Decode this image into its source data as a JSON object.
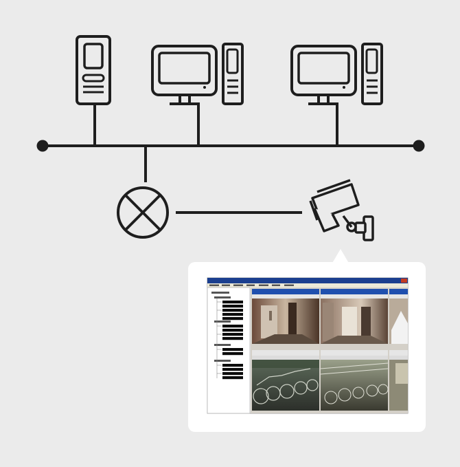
{
  "diagram": {
    "nodes": [
      {
        "id": "server",
        "icon": "tower-server-icon"
      },
      {
        "id": "pc-1",
        "icon": "desktop-computer-icon"
      },
      {
        "id": "pc-2",
        "icon": "desktop-computer-icon"
      },
      {
        "id": "hub",
        "icon": "crossed-circle-icon"
      },
      {
        "id": "camera",
        "icon": "surveillance-camera-icon"
      }
    ],
    "edges": [
      {
        "from": "server",
        "to": "network-bus"
      },
      {
        "from": "pc-1",
        "to": "network-bus"
      },
      {
        "from": "pc-2",
        "to": "network-bus"
      },
      {
        "from": "hub",
        "to": "network-bus"
      },
      {
        "from": "hub",
        "to": "camera"
      }
    ]
  },
  "colors": {
    "background": "#ebebeb",
    "line": "#1e1e1e",
    "card": "#ffffff",
    "window_title": "#1b3f8f",
    "selection": "#0b0b0b"
  }
}
